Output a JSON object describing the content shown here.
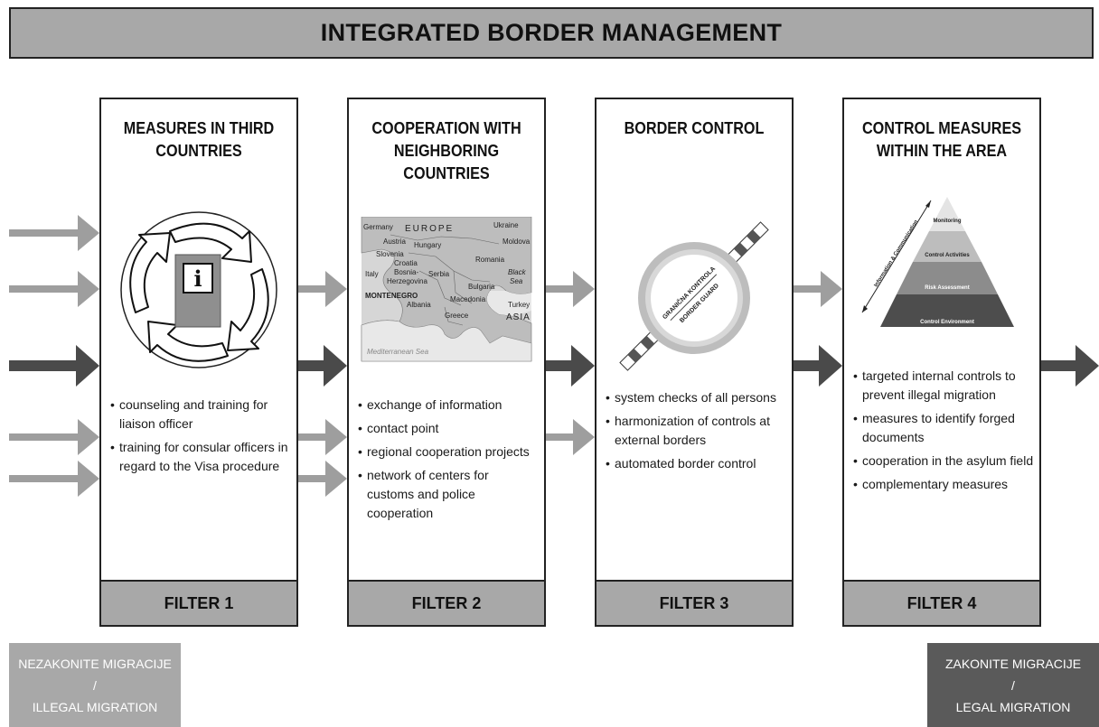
{
  "title": "INTEGRATED BORDER MANAGEMENT",
  "colors": {
    "header_gray": "#a8a8a8",
    "arrow_light": "#9e9e9e",
    "arrow_dark": "#4a4a4a",
    "legal_box": "#5a5a5a",
    "border": "#222222"
  },
  "columns": [
    {
      "title": "MEASURES IN THIRD COUNTRIES",
      "illustration": "cycle-info-icon",
      "bullets": [
        "counseling and training for liaison officer",
        "training for consular officers in regard to the Visa procedure"
      ],
      "filter": "FILTER 1"
    },
    {
      "title": "COOPERATION WITH NEIGHBORING COUNTRIES",
      "illustration": "regional-map",
      "map_labels": {
        "germany": "Germany",
        "europe": "EUROPE",
        "ukraine": "Ukraine",
        "austria": "Austria",
        "hungary": "Hungary",
        "moldova": "Moldova",
        "slovenia": "Slovenia",
        "croatia": "Croatia",
        "romania": "Romania",
        "italy": "Italy",
        "bosnia": "Bosnia-",
        "herzegovina": "Herzegovina",
        "serbia": "Serbia",
        "black_sea": "Black",
        "black_sea2": "Sea",
        "montenegro": "MONTENEGRO",
        "bulgaria": "Bulgaria",
        "albania": "Albania",
        "macedonia": "Macedonia",
        "turkey": "Turkey",
        "greece": "Greece",
        "asia": "ASIA",
        "med_sea": "Mediterranean Sea"
      },
      "bullets": [
        "exchange of information",
        "contact point",
        "regional cooperation projects",
        "network of centers for customs and police cooperation"
      ],
      "filter": "FILTER 2"
    },
    {
      "title": "BORDER CONTROL",
      "illustration": "border-badge-icon",
      "badge_top": "GRANIČNA KONTROLA",
      "badge_bottom": "BORDER GUARD",
      "bullets": [
        "system checks of all persons",
        "harmonization of controls at external borders",
        "automated border control"
      ],
      "filter": "FILTER 3"
    },
    {
      "title": "CONTROL MEASURES WITHIN THE AREA",
      "illustration": "control-pyramid",
      "pyramid_levels": [
        "Monitoring",
        "Control Activities",
        "Risk Assessment",
        "Control Environment"
      ],
      "pyramid_axis": "Information & Communication",
      "bullets": [
        "targeted internal controls to prevent illegal migration",
        "measures to identify forged documents",
        "cooperation in the asylum field",
        "complementary measures"
      ],
      "filter": "FILTER 4"
    }
  ],
  "illegal_migration": {
    "line1": "NEZAKONITE MIGRACIJE",
    "line2": "/",
    "line3": "ILLEGAL MIGRATION"
  },
  "legal_migration": {
    "line1": "ZAKONITE MIGRACIJE",
    "line2": "/",
    "line3": "LEGAL MIGRATION"
  }
}
